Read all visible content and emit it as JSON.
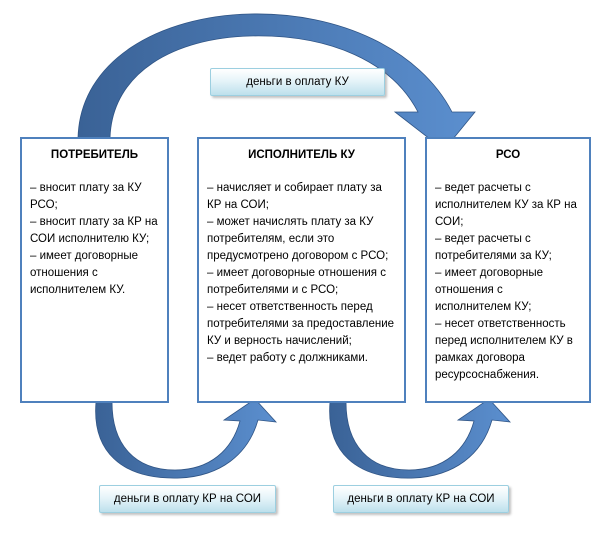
{
  "diagram": {
    "boxes": [
      {
        "title": "ПОТРЕБИТЕЛЬ",
        "items": [
          "– вносит плату за КУ РСО;",
          "– вносит плату за КР на СОИ исполнителю КУ;",
          "– имеет договорные отношения с исполнителем КУ."
        ]
      },
      {
        "title": "ИСПОЛНИТЕЛЬ КУ",
        "items": [
          "– начисляет и собирает плату за КР на СОИ;",
          "– может начислять плату за КУ потребителям, если это предусмотрено договором с РСО;",
          "– имеет договорные отношения с потребителями и с РСО;",
          "– несет ответственность перед потребителями за предоставление КУ и верность начислений;",
          "– ведет работу с должниками."
        ]
      },
      {
        "title": "РСО",
        "items": [
          "– ведет расчеты с исполнителем КУ за КР на СОИ;",
          "– ведет расчеты с потребителями за КУ;",
          "– имеет договорные отношения с исполнителем КУ;",
          "– несет ответственность перед исполнителем КУ в рамках договора ресурсоснабжения."
        ]
      }
    ],
    "flows": [
      {
        "from": "ПОТРЕБИТЕЛЬ",
        "to": "РСО",
        "label": "деньги в оплату КУ"
      },
      {
        "from": "ПОТРЕБИТЕЛЬ",
        "to": "ИСПОЛНИТЕЛЬ КУ",
        "label": "деньги в оплату КР на СОИ"
      },
      {
        "from": "ИСПОЛНИТЕЛЬ КУ",
        "to": "РСО",
        "label": "деньги в оплату КР на СОИ"
      }
    ],
    "colors": {
      "arrow_dark": "#3a6296",
      "arrow_light": "#5b8fcf",
      "box_border": "#4f81bd",
      "label_border": "#9ccfe0"
    }
  }
}
